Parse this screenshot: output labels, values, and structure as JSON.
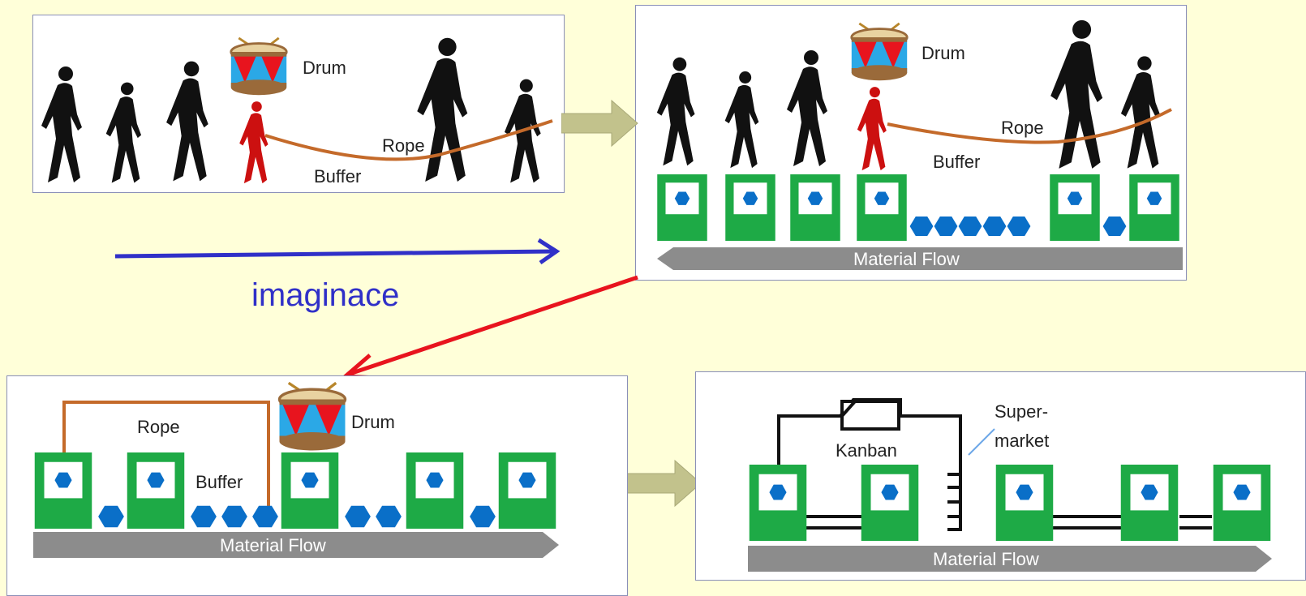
{
  "caption": "imaginace",
  "colors": {
    "background": "#FFFFD9",
    "panel_border": "#8A8FB8",
    "station_green": "#1EAA46",
    "part_blue": "#0A6FC8",
    "flow_grey": "#8C8C8C",
    "rope": "#C46A2A",
    "red_arrow": "#E8141E",
    "blue_arrow": "#3030C8",
    "olive_arrow": "#C2C28C"
  },
  "panels": {
    "top_left": {
      "drum": "Drum",
      "rope": "Rope",
      "buffer": "Buffer"
    },
    "top_right": {
      "drum": "Drum",
      "rope": "Rope",
      "buffer": "Buffer",
      "flow": "Material Flow"
    },
    "bottom_left": {
      "drum": "Drum",
      "rope": "Rope",
      "buffer": "Buffer",
      "flow": "Material Flow"
    },
    "bottom_right": {
      "kanban": "Kanban",
      "supermarket_line1": "Super-",
      "supermarket_line2": "market",
      "flow": "Material Flow"
    }
  },
  "icons": [
    "walking-person-icon",
    "drum-icon",
    "station-icon",
    "part-hexagon-icon",
    "arrow-icon"
  ]
}
